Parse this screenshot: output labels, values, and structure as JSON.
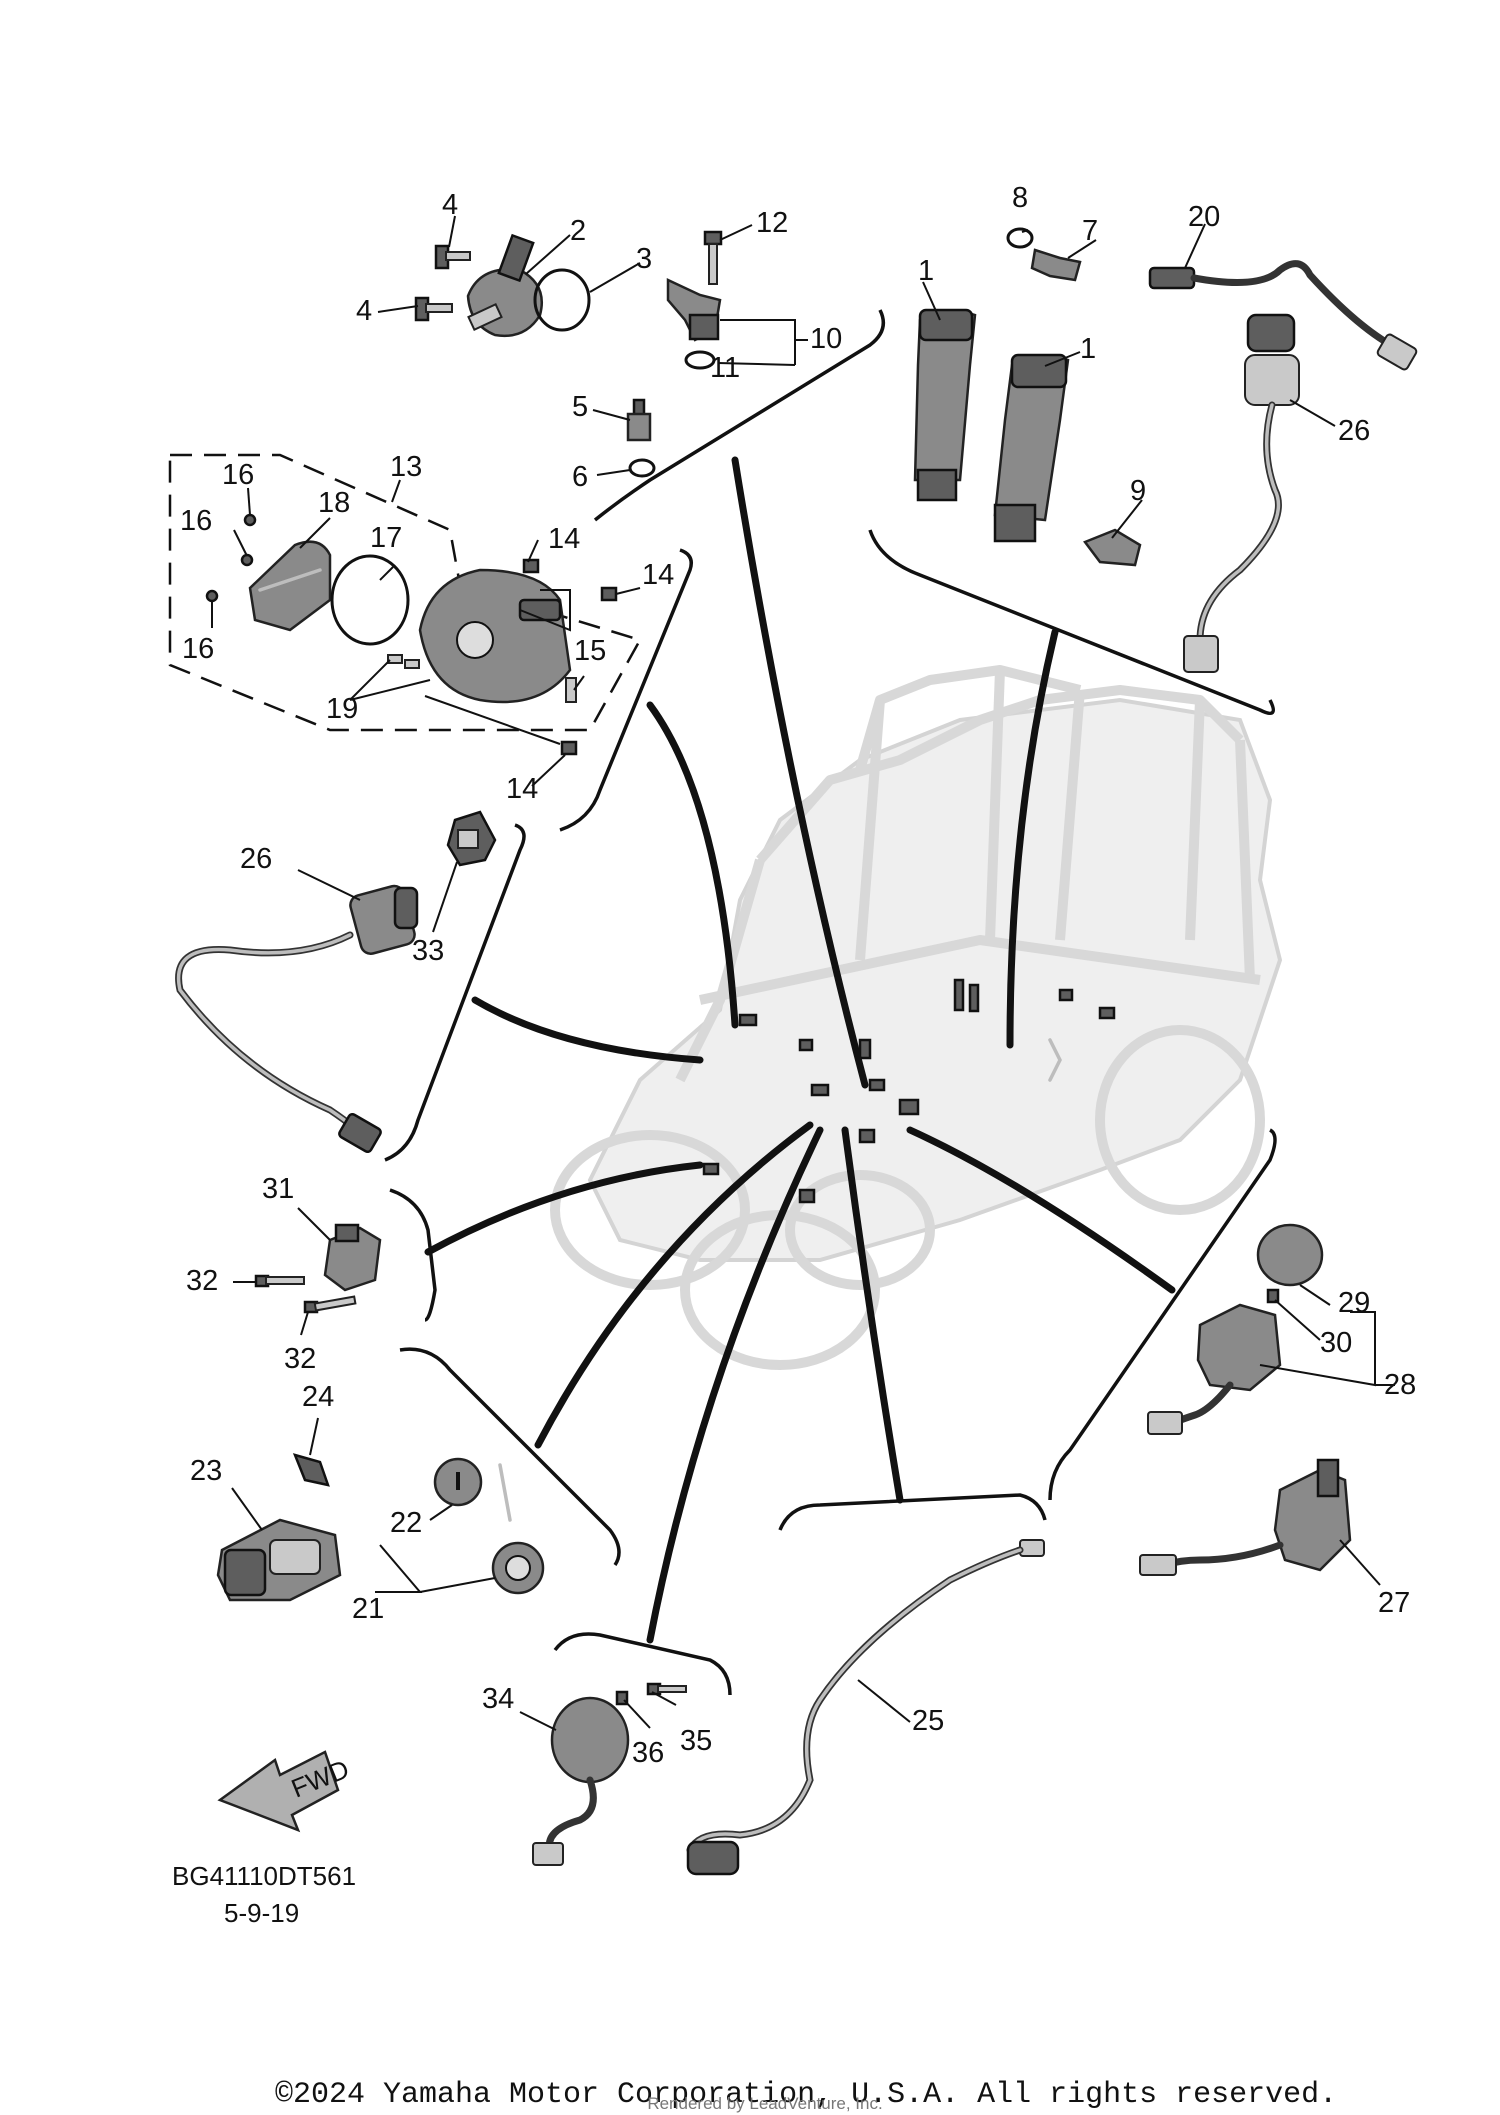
{
  "diagram": {
    "callouts": {
      "c1a": "1",
      "c1b": "1",
      "c2": "2",
      "c3": "3",
      "c4a": "4",
      "c4b": "4",
      "c5": "5",
      "c6": "6",
      "c7": "7",
      "c8": "8",
      "c9": "9",
      "c10": "10",
      "c11": "11",
      "c12": "12",
      "c13": "13",
      "c14a": "14",
      "c14b": "14",
      "c14c": "14",
      "c15": "15",
      "c16a": "16",
      "c16b": "16",
      "c16c": "16",
      "c17": "17",
      "c18": "18",
      "c19": "19",
      "c20": "20",
      "c21": "21",
      "c22": "22",
      "c23": "23",
      "c24": "24",
      "c25": "25",
      "c26a": "26",
      "c26b": "26",
      "c27": "27",
      "c28": "28",
      "c29": "29",
      "c30": "30",
      "c31": "31",
      "c32a": "32",
      "c32b": "32",
      "c33": "33",
      "c34": "34",
      "c35": "35",
      "c36": "36"
    },
    "direction_arrow": "FWD",
    "diagram_code": "BG41110DT561",
    "diagram_date": "5-9-19"
  },
  "footer": {
    "copyright": "©2024 Yamaha Motor Corporation, U.S.A. All rights reserved.",
    "rendered_by": "Rendered by LeadVenture, Inc."
  }
}
